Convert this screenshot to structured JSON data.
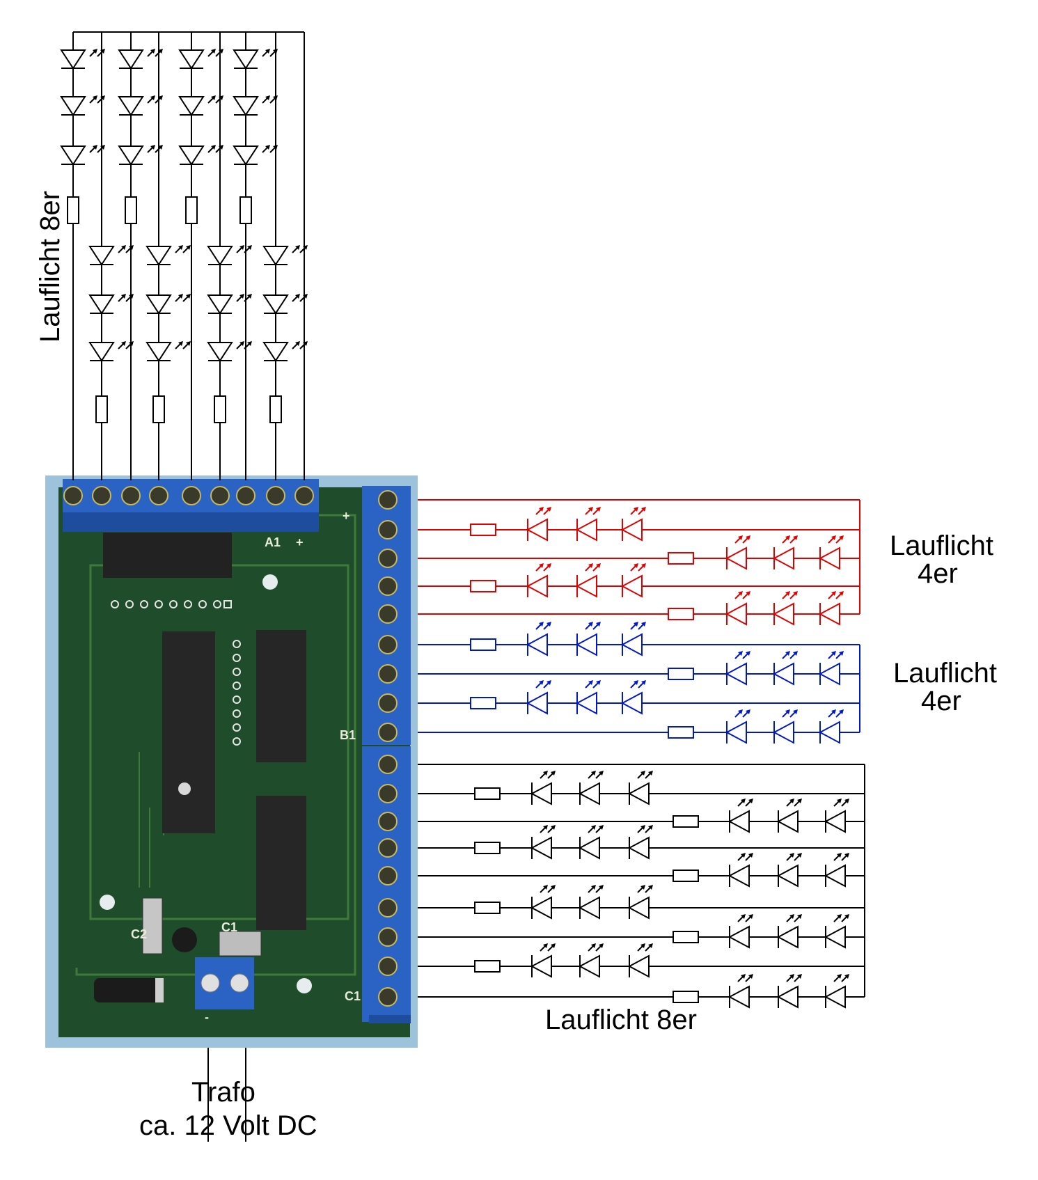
{
  "labels": {
    "top_chain": "Lauflicht 8er",
    "red_group_line1": "Lauflicht",
    "red_group_line2": "4er",
    "blue_group_line1": "Lauflicht",
    "blue_group_line2": "4er",
    "bottom_chain": "Lauflicht 8er",
    "power_line1": "Trafo",
    "power_line2": "ca. 12 Volt DC"
  },
  "board_marks": {
    "plus_top": "+",
    "a1": "A1",
    "plus_a1": "+",
    "b1": "B1",
    "c1_bottom": "C1",
    "c1_cap": "C1",
    "c2": "C2",
    "minus_power": "-"
  },
  "colors": {
    "board_border": "#9dc3dc",
    "pcb": "#1f4d2b",
    "terminal": "#2b63c4",
    "wire_black": "#000000",
    "wire_red": "#e10000",
    "wire_blue": "#0018c8"
  },
  "groups": {
    "red_channels": 4,
    "blue_channels": 4,
    "bottom_channels": 8,
    "top_channels": 8,
    "leds_per_channel": 3
  }
}
